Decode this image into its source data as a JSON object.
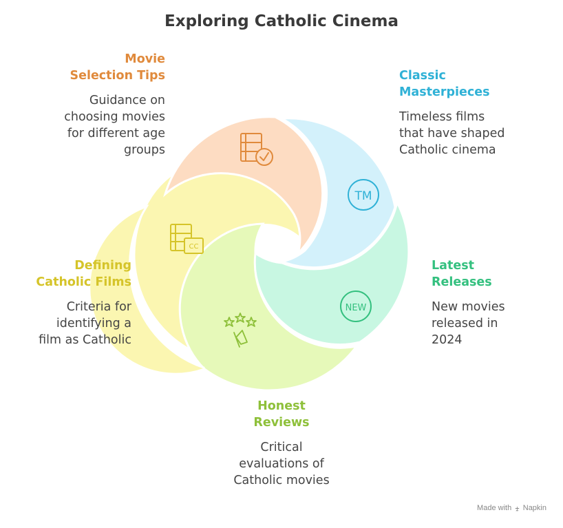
{
  "title": "Exploring Catholic Cinema",
  "segments": [
    {
      "id": "tips",
      "heading_lines": [
        "Movie",
        "Selection Tips"
      ],
      "description_lines": [
        "Guidance on",
        "choosing movies",
        "for different age",
        "groups"
      ],
      "icon": "film-check-icon",
      "fill": "#fddcc2",
      "accent": "#e08a3c"
    },
    {
      "id": "classic",
      "heading_lines": [
        "Classic",
        "Masterpieces"
      ],
      "description_lines": [
        "Timeless films",
        "that have shaped",
        "Catholic cinema"
      ],
      "icon": "trademark-icon",
      "icon_text": "TM",
      "fill": "#d3f1fb",
      "accent": "#2fb1d6"
    },
    {
      "id": "latest",
      "heading_lines": [
        "Latest",
        "Releases"
      ],
      "description_lines": [
        "New movies",
        "released in",
        "2024"
      ],
      "icon": "new-badge-icon",
      "icon_text": "NEW",
      "fill": "#c8f7e2",
      "accent": "#34c07f"
    },
    {
      "id": "honest",
      "heading_lines": [
        "Honest",
        "Reviews"
      ],
      "description_lines": [
        "Critical",
        "evaluations of",
        "Catholic movies"
      ],
      "icon": "stars-flag-icon",
      "fill": "#e6f9b9",
      "accent": "#8ec03a"
    },
    {
      "id": "define",
      "heading_lines": [
        "Defining",
        "Catholic Films"
      ],
      "description_lines": [
        "Criteria for",
        "identifying a",
        "film as Catholic"
      ],
      "icon": "film-cc-icon",
      "icon_text": "CC",
      "fill": "#fbf6b1",
      "accent": "#d5c42a"
    }
  ],
  "footer": {
    "made_with": "Made with",
    "brand": "Napkin"
  }
}
